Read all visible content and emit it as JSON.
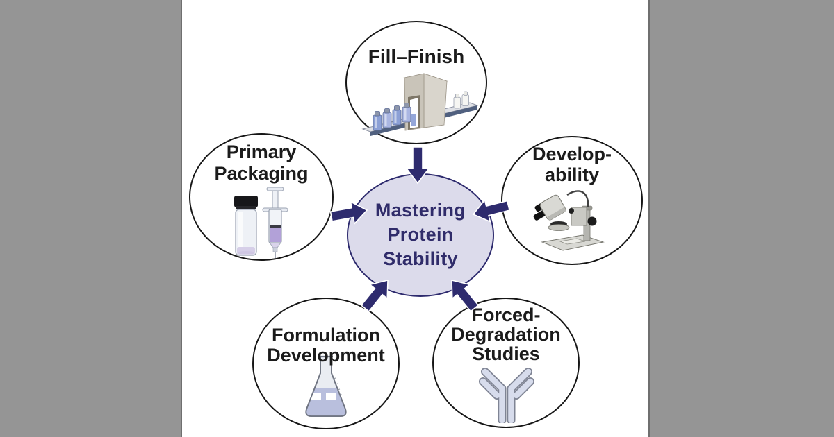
{
  "page": {
    "background_gray": "#959595",
    "canvas_background": "#ffffff",
    "separator_line": "#6f6f6f"
  },
  "colors": {
    "arrow": "#2e2b6e",
    "center_fill": "#dcdbeb",
    "center_border": "#2e2b6e",
    "center_text": "#302c6a",
    "node_border": "#161616",
    "node_text": "#1b1b1b"
  },
  "center_node": {
    "lines": [
      "Mastering",
      "Protein",
      "Stability"
    ]
  },
  "nodes": [
    {
      "id": "fill-finish",
      "lines": [
        "Fill–Finish"
      ],
      "icon": "fill-finish-machine-icon"
    },
    {
      "id": "primary-packaging",
      "lines": [
        "Primary",
        "Packaging"
      ],
      "icon": "vial-and-syringe-icon"
    },
    {
      "id": "developability",
      "lines": [
        "Develop-",
        "ability"
      ],
      "icon": "stereo-microscope-icon"
    },
    {
      "id": "formulation-development",
      "lines": [
        "Formulation",
        "Development"
      ],
      "icon": "erlenmeyer-flask-icon"
    },
    {
      "id": "forced-degradation-studies",
      "lines": [
        "Forced-",
        "Degradation",
        "Studies"
      ],
      "icon": "antibody-icon"
    }
  ],
  "arrows": [
    {
      "from": "fill-finish",
      "to": "center"
    },
    {
      "from": "primary-packaging",
      "to": "center"
    },
    {
      "from": "developability",
      "to": "center"
    },
    {
      "from": "formulation-development",
      "to": "center"
    },
    {
      "from": "forced-degradation-studies",
      "to": "center"
    }
  ]
}
